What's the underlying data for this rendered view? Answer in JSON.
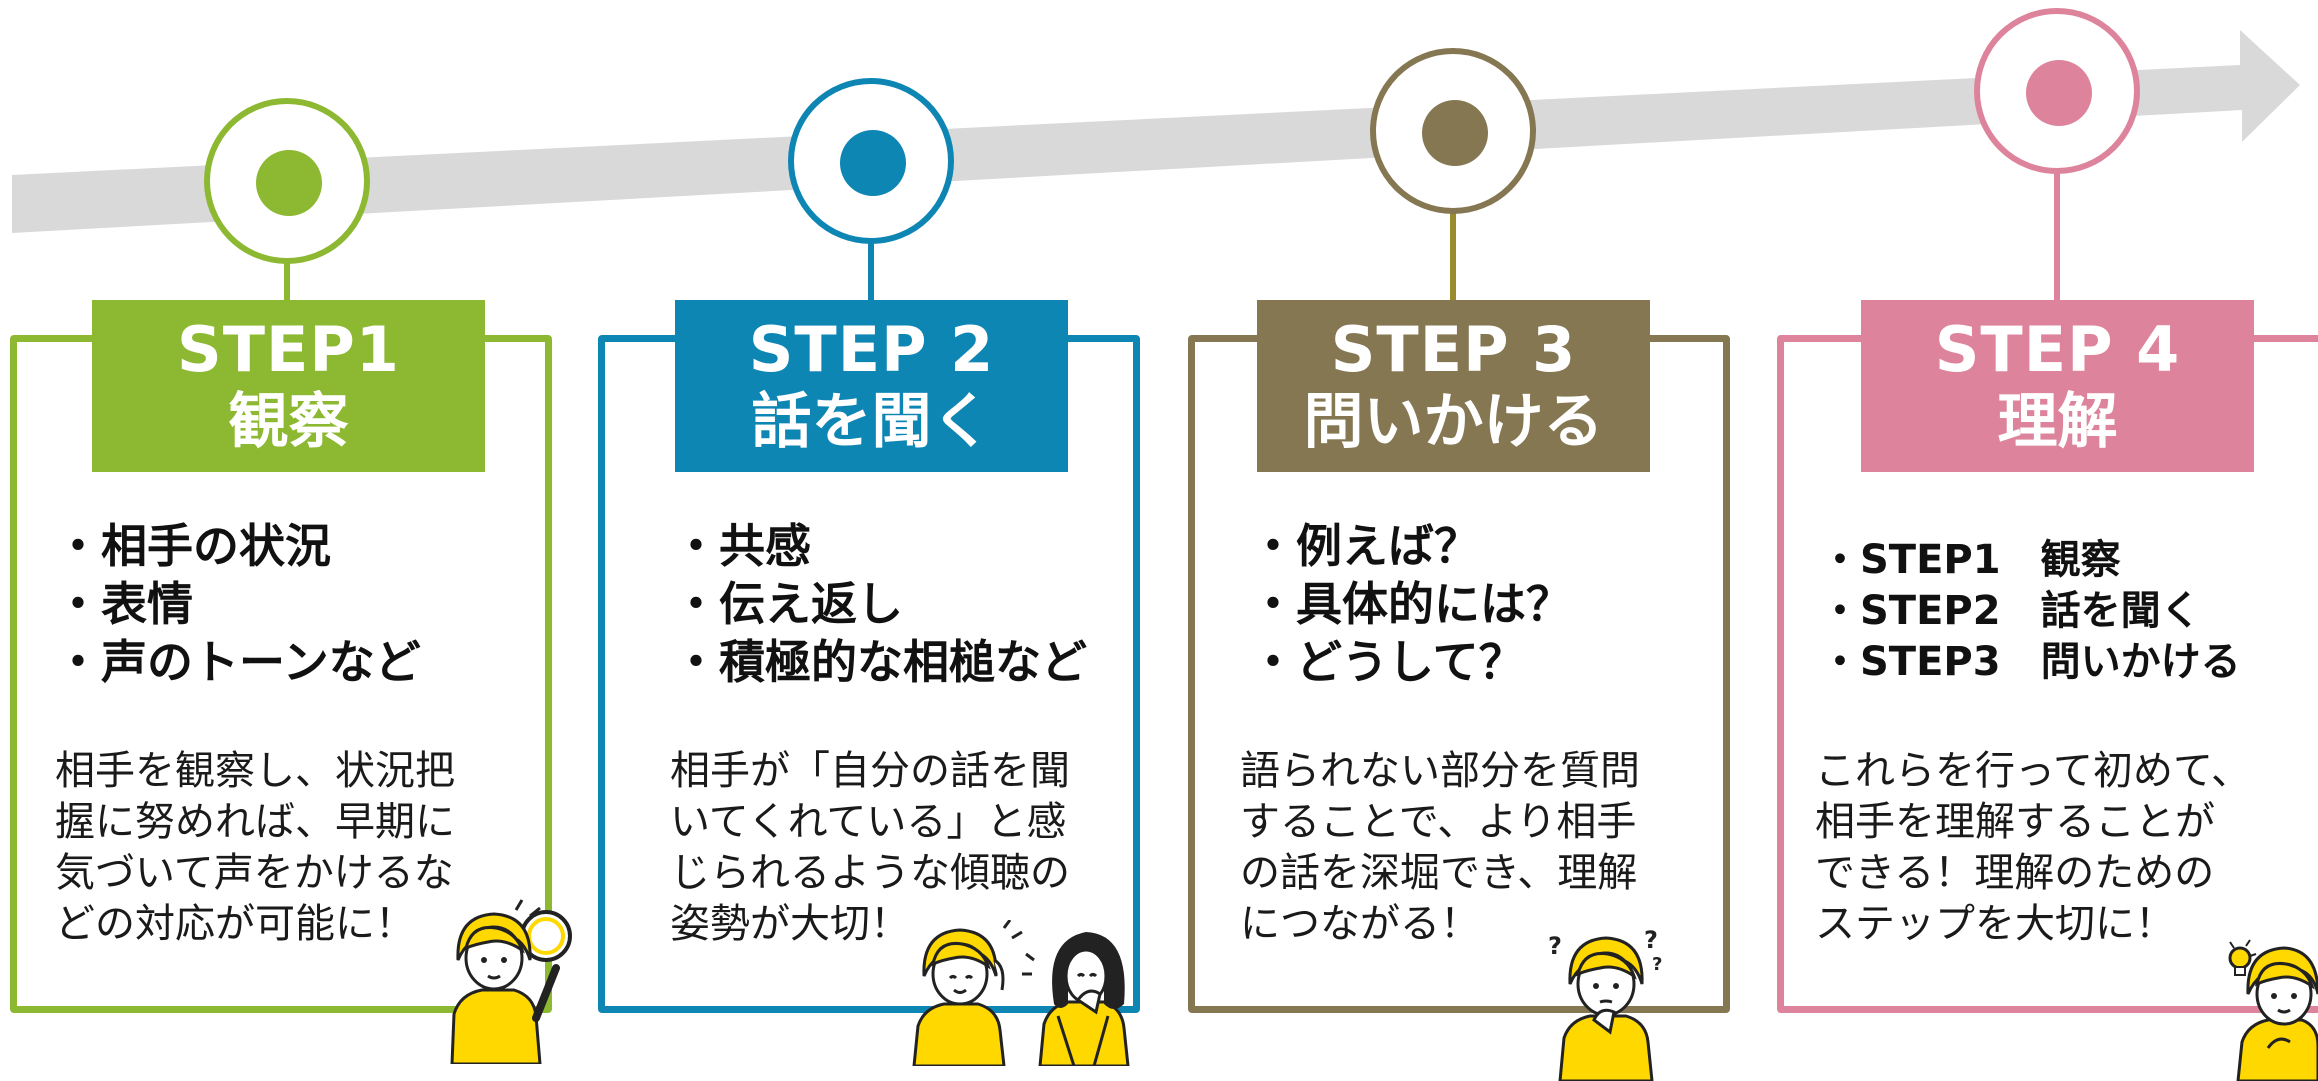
{
  "colors": {
    "arrow": "#d9d9d9",
    "step1": "#8db832",
    "step2": "#0e86b4",
    "step3": "#857752",
    "step4": "#dd849c",
    "node3_line": "#9a8b2e",
    "person_shirt": "#ffd800",
    "person_outline": "#222222"
  },
  "steps": [
    {
      "step_label": "STEP1",
      "name": "観察",
      "bullets": [
        "・相手の状況",
        "・表情",
        "・声のトーンなど"
      ],
      "description": "相手を観察し、状況把\n握に努めれば、早期に\n気づいて声をかけるな\nどの対応が可能に！",
      "icon": "woman-with-magnifying-glass-icon"
    },
    {
      "step_label": "STEP 2",
      "name": "話を聞く",
      "bullets": [
        "・共感",
        "・伝え返し",
        "・積極的な相槌など"
      ],
      "description": "相手が「自分の話を聞\nいてくれている」と感\nじられるような傾聴の\n姿勢が大切！",
      "icon": "two-women-listening-icon"
    },
    {
      "step_label": "STEP 3",
      "name": "問いかける",
      "bullets": [
        "・例えば？",
        "・具体的には？",
        "・どうして？"
      ],
      "description": "語られない部分を質問\nすることで、より相手\nの話を深堀でき、理解\nにつながる！",
      "icon": "woman-thinking-icon"
    },
    {
      "step_label": "STEP 4",
      "name": "理解",
      "bullets": [
        "・STEP1　観察",
        "・STEP2　話を聞く",
        "・STEP3　問いかける"
      ],
      "description": "これらを行って初めて、\n相手を理解することが\nできる！理解のための\nステップを大切に！",
      "icon": "woman-lightbulb-icon"
    }
  ]
}
